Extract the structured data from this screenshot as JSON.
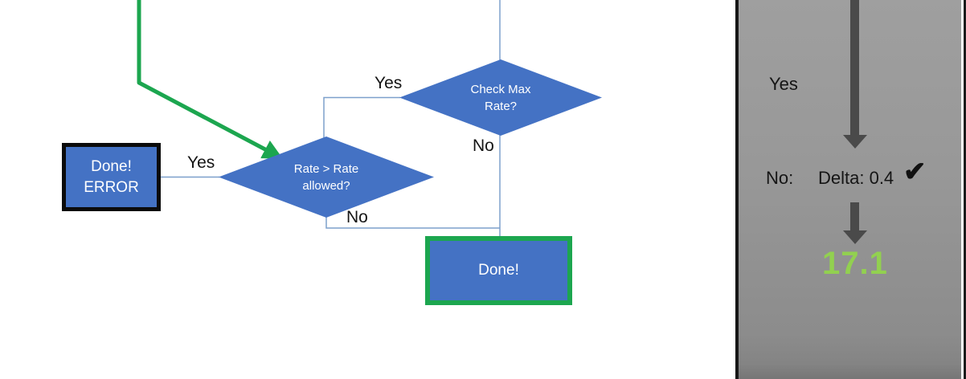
{
  "flowchart": {
    "check_max_diamond": {
      "label": "Check Max\nRate?"
    },
    "rate_diamond": {
      "label": "Rate > Rate\nallowed?"
    },
    "done_error_box": {
      "label": "Done!\nERROR"
    },
    "done_box": {
      "label": "Done!"
    },
    "edge_labels": {
      "check_yes": "Yes",
      "check_no": "No",
      "rate_yes": "Yes",
      "rate_no": "No"
    }
  },
  "panel": {
    "yes_label": "Yes",
    "no_label": "No:",
    "delta_label": "Delta: 0.4",
    "check_icon": "✔",
    "result_value": "17.1"
  },
  "colors": {
    "shape_blue": "#4472C4",
    "connector_blue": "#7DA0CC",
    "flow_green": "#1CA64F",
    "result_green": "#92D050",
    "arrow_gray": "#4A4A4A",
    "panel_gray_top": "#9F9F9F",
    "panel_gray_bottom": "#767676",
    "border_black": "#0B0B0B"
  }
}
